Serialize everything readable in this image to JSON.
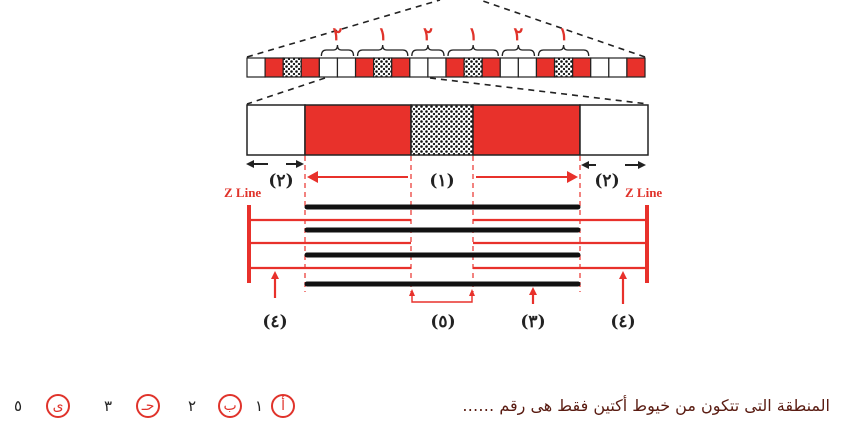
{
  "diagram": {
    "strip_braces": [
      "٢",
      "١",
      "٢",
      "١",
      "٢",
      "١"
    ],
    "labels": {
      "h_band": "(١)",
      "i_band_left": "(٢)",
      "i_band_right": "(٢)",
      "thick_filament": "(٣)",
      "thin_filament_left": "(٤)",
      "thin_filament_right": "(٤)",
      "h_zone": "(٥)"
    },
    "z_line_left": "Z Line",
    "z_line_right": "Z Line"
  },
  "question": {
    "text": "المنطقة التى تتكون من خيوط أكتين فقط هى رقم ……",
    "options": [
      {
        "letter": "أ",
        "value": "١"
      },
      {
        "letter": "ب",
        "value": "٢"
      },
      {
        "letter": "حـ",
        "value": "٣"
      },
      {
        "letter": "ى",
        "value": "٥"
      }
    ]
  },
  "colors": {
    "red": "#e8312b",
    "ink": "#1a1a1a"
  }
}
